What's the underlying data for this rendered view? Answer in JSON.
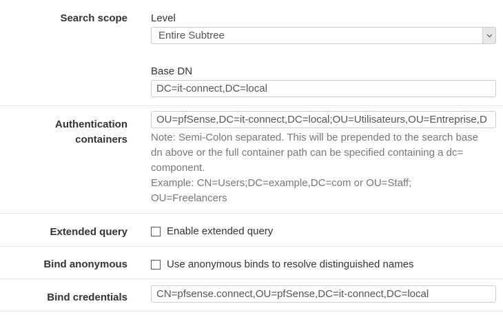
{
  "search_scope": {
    "label": "Search scope",
    "level_label": "Level",
    "level_value": "Entire Subtree",
    "base_dn_label": "Base DN",
    "base_dn_value": "DC=it-connect,DC=local"
  },
  "auth_containers": {
    "label_line1": "Authentication",
    "label_line2": "containers",
    "value": "OU=pfSense,DC=it-connect,DC=local;OU=Utilisateurs,OU=Entreprise,D",
    "help_lines": [
      "Note: Semi-Colon separated. This will be prepended to the search base",
      "dn above or the full container path can be specified containing a dc=",
      "component.",
      "Example: CN=Users;DC=example,DC=com or OU=Staff;",
      "OU=Freelancers"
    ]
  },
  "extended_query": {
    "label": "Extended query",
    "checkbox_label": "Enable extended query",
    "checked": false
  },
  "bind_anonymous": {
    "label": "Bind anonymous",
    "checkbox_label": "Use anonymous binds to resolve distinguished names",
    "checked": false
  },
  "bind_credentials": {
    "label": "Bind credentials",
    "value": "CN=pfsense.connect,OU=pfSense,DC=it-connect,DC=local"
  },
  "icons": {
    "dropdown": "chevron-down"
  }
}
